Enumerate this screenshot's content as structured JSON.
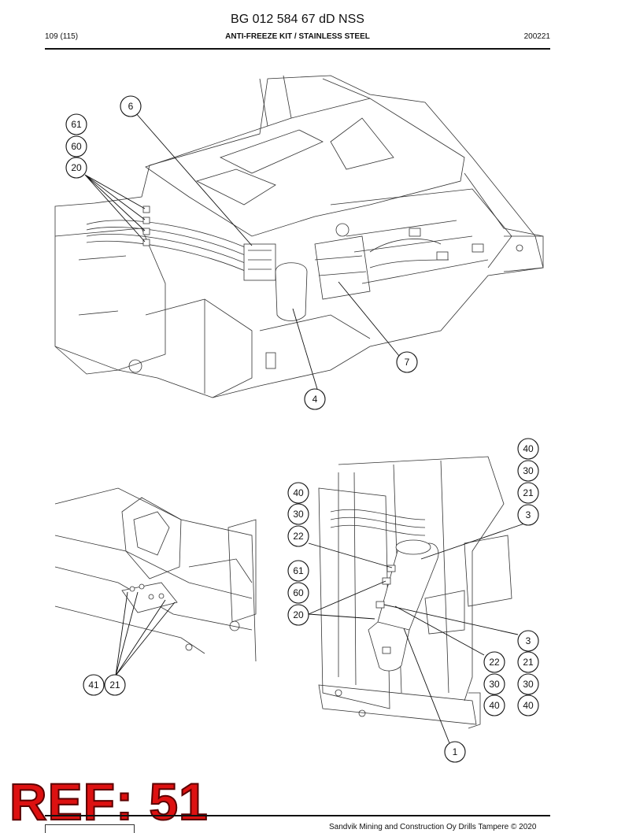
{
  "header": {
    "doc_id": "BG 012 584 67 dD NSS",
    "page": "109 (115)",
    "title": "ANTI-FREEZE KIT / STAINLESS STEEL",
    "date": "200221"
  },
  "footer": {
    "copyright": "Sandvik Mining and Construction Oy Drills Tampere © 2020"
  },
  "stamp": {
    "text": "REF: 51",
    "color": "#dd1111"
  },
  "callouts": {
    "top": [
      "6",
      "61",
      "60",
      "20",
      "7",
      "4"
    ],
    "bottom_left": [
      "41",
      "21"
    ],
    "bottom_right": [
      "40",
      "30",
      "21",
      "3",
      "40",
      "30",
      "22",
      "61",
      "60",
      "20",
      "3",
      "22",
      "21",
      "30",
      "30",
      "40",
      "40",
      "1"
    ]
  }
}
